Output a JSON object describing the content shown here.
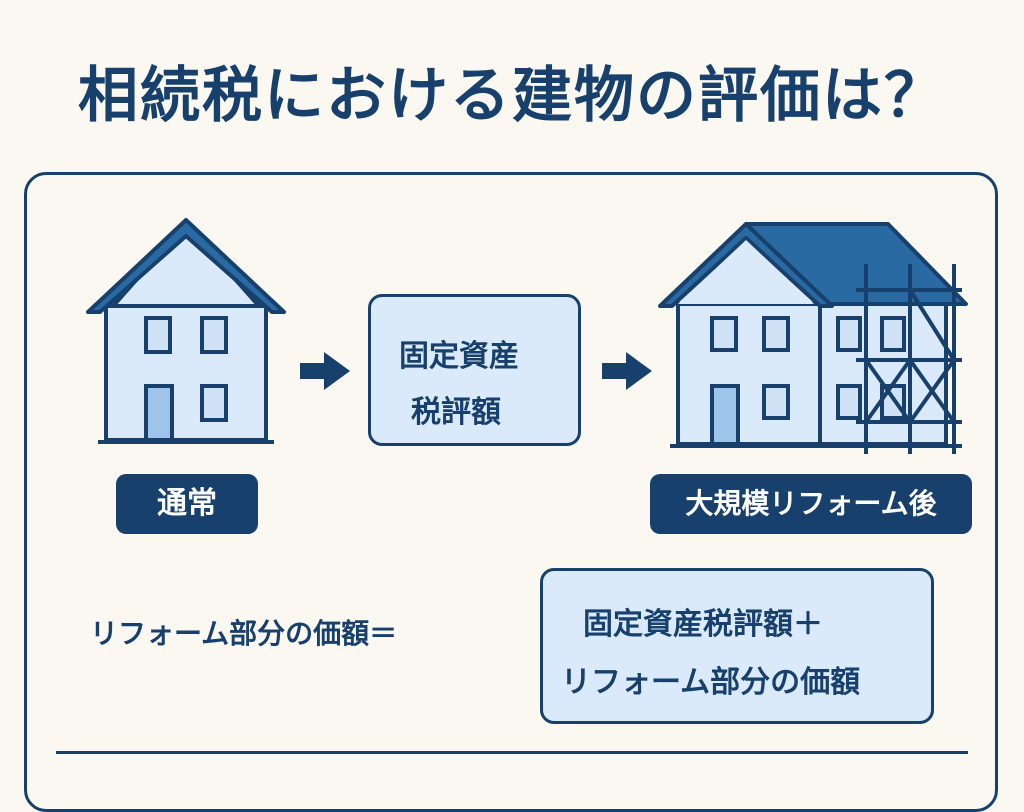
{
  "title": "相続税における建物の評価は？",
  "center_box": {
    "line1": "固定資産",
    "line2": "税評額"
  },
  "labels": {
    "normal": "通常",
    "after_reform": "大規模リフォーム後"
  },
  "formula": {
    "left": "リフォーム部分の価額＝",
    "right_line1": "固定資産税評額＋",
    "right_line2": "リフォーム部分の価額"
  },
  "colors": {
    "navy": "#17406d",
    "light_blue": "#dbeafa",
    "background": "#fbf8f1",
    "roof_blue": "#2a6aa2",
    "window_blue": "#cfe2f6"
  },
  "icons": {
    "house_normal": "house-icon",
    "house_renovated": "renovated-house-with-scaffolding-icon",
    "arrow": "right-arrow-icon"
  }
}
